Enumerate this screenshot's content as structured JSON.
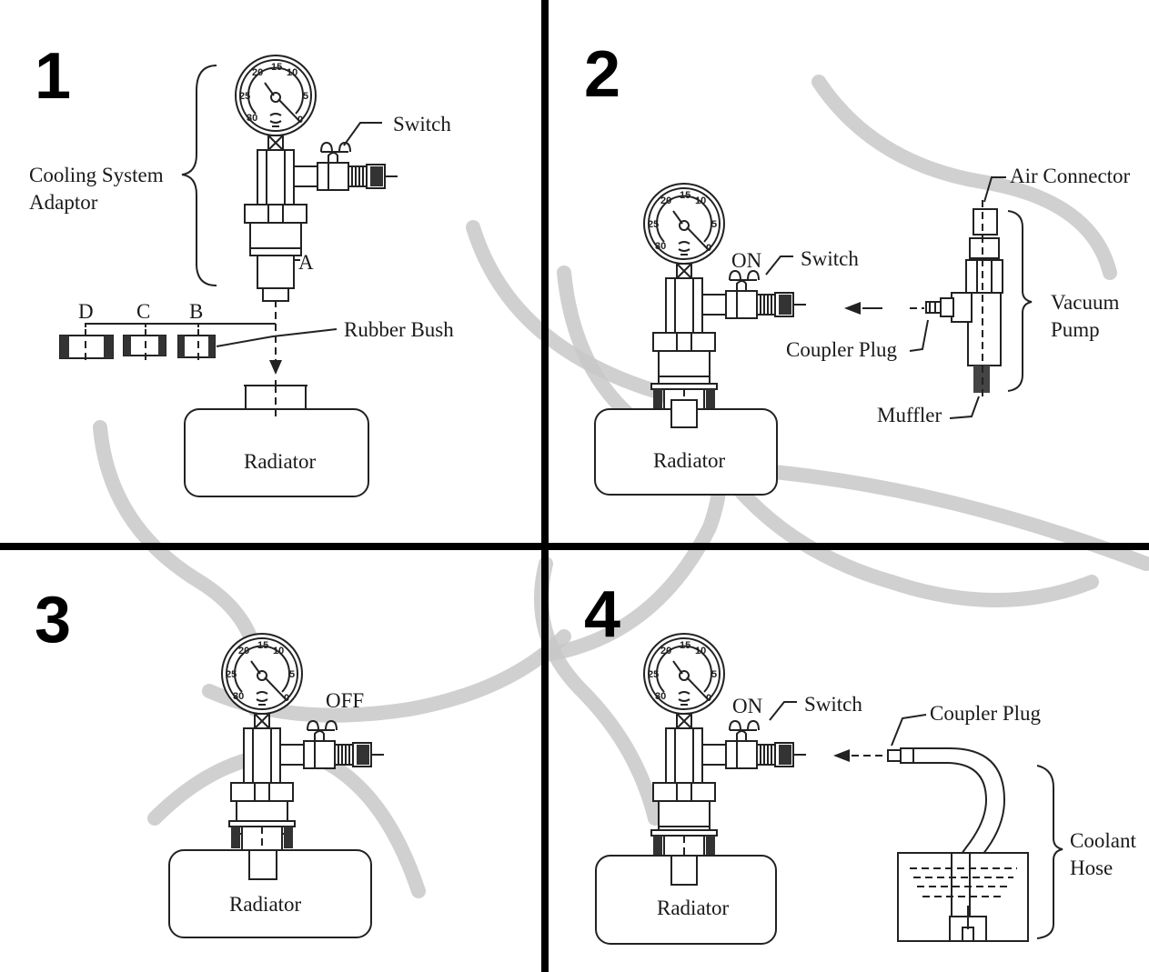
{
  "title": "Cooling System Vacuum Refill Procedure",
  "panels": [
    {
      "step": "1",
      "labels": {
        "adaptor": [
          "Cooling System",
          "Adaptor"
        ],
        "switch": "Switch",
        "part_a": "A",
        "bush_sizes": [
          "D",
          "C",
          "B"
        ],
        "rubber_bush": "Rubber Bush",
        "radiator": "Radiator"
      }
    },
    {
      "step": "2",
      "labels": {
        "valve_state": "ON",
        "switch": "Switch",
        "air_connector": "Air Connector",
        "vacuum_pump": [
          "Vacuum",
          "Pump"
        ],
        "coupler_plug": "Coupler Plug",
        "muffler": "Muffler",
        "radiator": "Radiator"
      }
    },
    {
      "step": "3",
      "labels": {
        "valve_state": "OFF",
        "radiator": "Radiator"
      }
    },
    {
      "step": "4",
      "labels": {
        "valve_state": "ON",
        "switch": "Switch",
        "coupler_plug": "Coupler Plug",
        "coolant_hose": [
          "Coolant",
          "Hose"
        ],
        "radiator": "Radiator"
      }
    }
  ],
  "gauge": {
    "scale": [
      "0",
      "5",
      "10",
      "15",
      "20",
      "25",
      "30"
    ]
  }
}
